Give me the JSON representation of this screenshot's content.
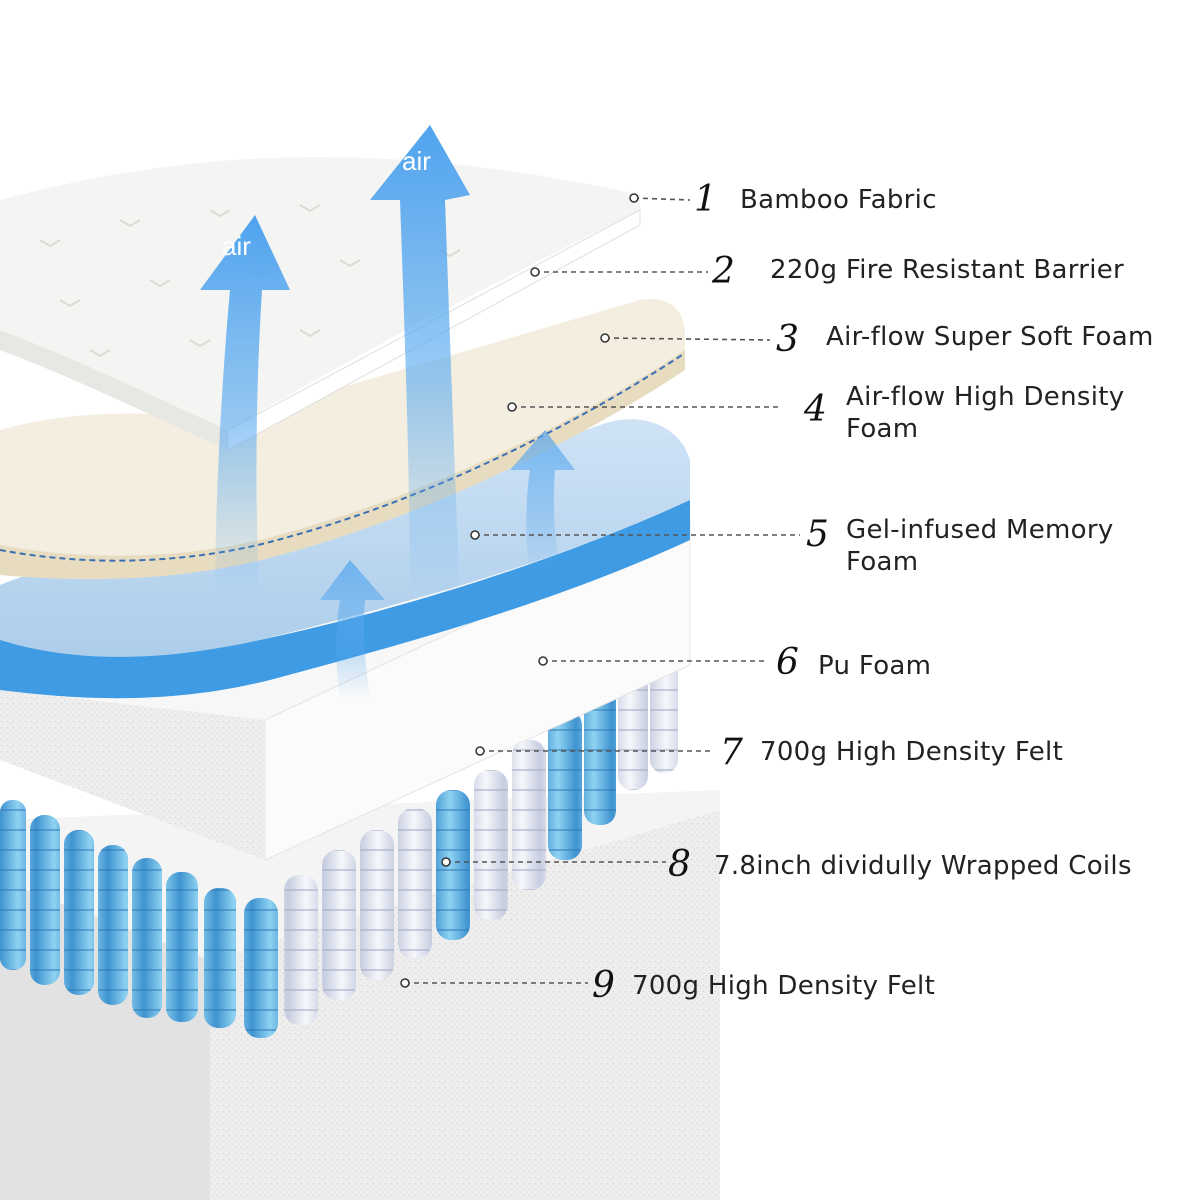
{
  "air_labels": [
    "air",
    "air"
  ],
  "layers": [
    {
      "number": "1",
      "label": "Bamboo Fabric"
    },
    {
      "number": "2",
      "label": "220g Fire Resistant Barrier"
    },
    {
      "number": "3",
      "label": "Air-flow Super Soft Foam"
    },
    {
      "number": "4",
      "label": "Air-flow High Density",
      "label_line2": "Foam"
    },
    {
      "number": "5",
      "label": "Gel-infused Memory",
      "label_line2": "Foam"
    },
    {
      "number": "6",
      "label": "Pu Foam"
    },
    {
      "number": "7",
      "label": "700g High Density Felt"
    },
    {
      "number": "8",
      "label": "7.8inch dividully Wrapped Coils"
    },
    {
      "number": "9",
      "label": "700g High Density Felt"
    }
  ],
  "colors": {
    "foam_blue": "#3f9be3",
    "coil_blue": "#5fb7e6",
    "coil_white": "#e7ebf5",
    "fabric": "#f1f1ef",
    "felt": "#e9e9e9",
    "arrow_blue": "#5aaaf0"
  }
}
